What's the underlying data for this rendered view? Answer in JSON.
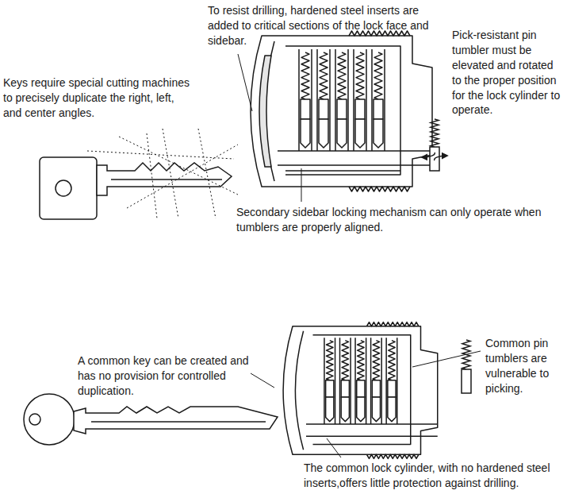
{
  "diagram": {
    "labels": [
      "To resist drilling, hardened steel inserts are added to critical sections of the lock face and sidebar.",
      "Pick-resistant pin tumbler must be elevated and rotated to the proper position for the lock cylinder to operate.",
      "Keys require special cutting machines to precisely duplicate the right, left, and center angles.",
      "Secondary sidebar locking mechanism can only operate when tumblers are properly aligned.",
      "A common key can be created and has no provision for controlled duplication.",
      "Common pin tumblers are vulnerable to picking.",
      "The common lock cylinder, with no hardened steel inserts,offers little protection against drilling."
    ]
  }
}
